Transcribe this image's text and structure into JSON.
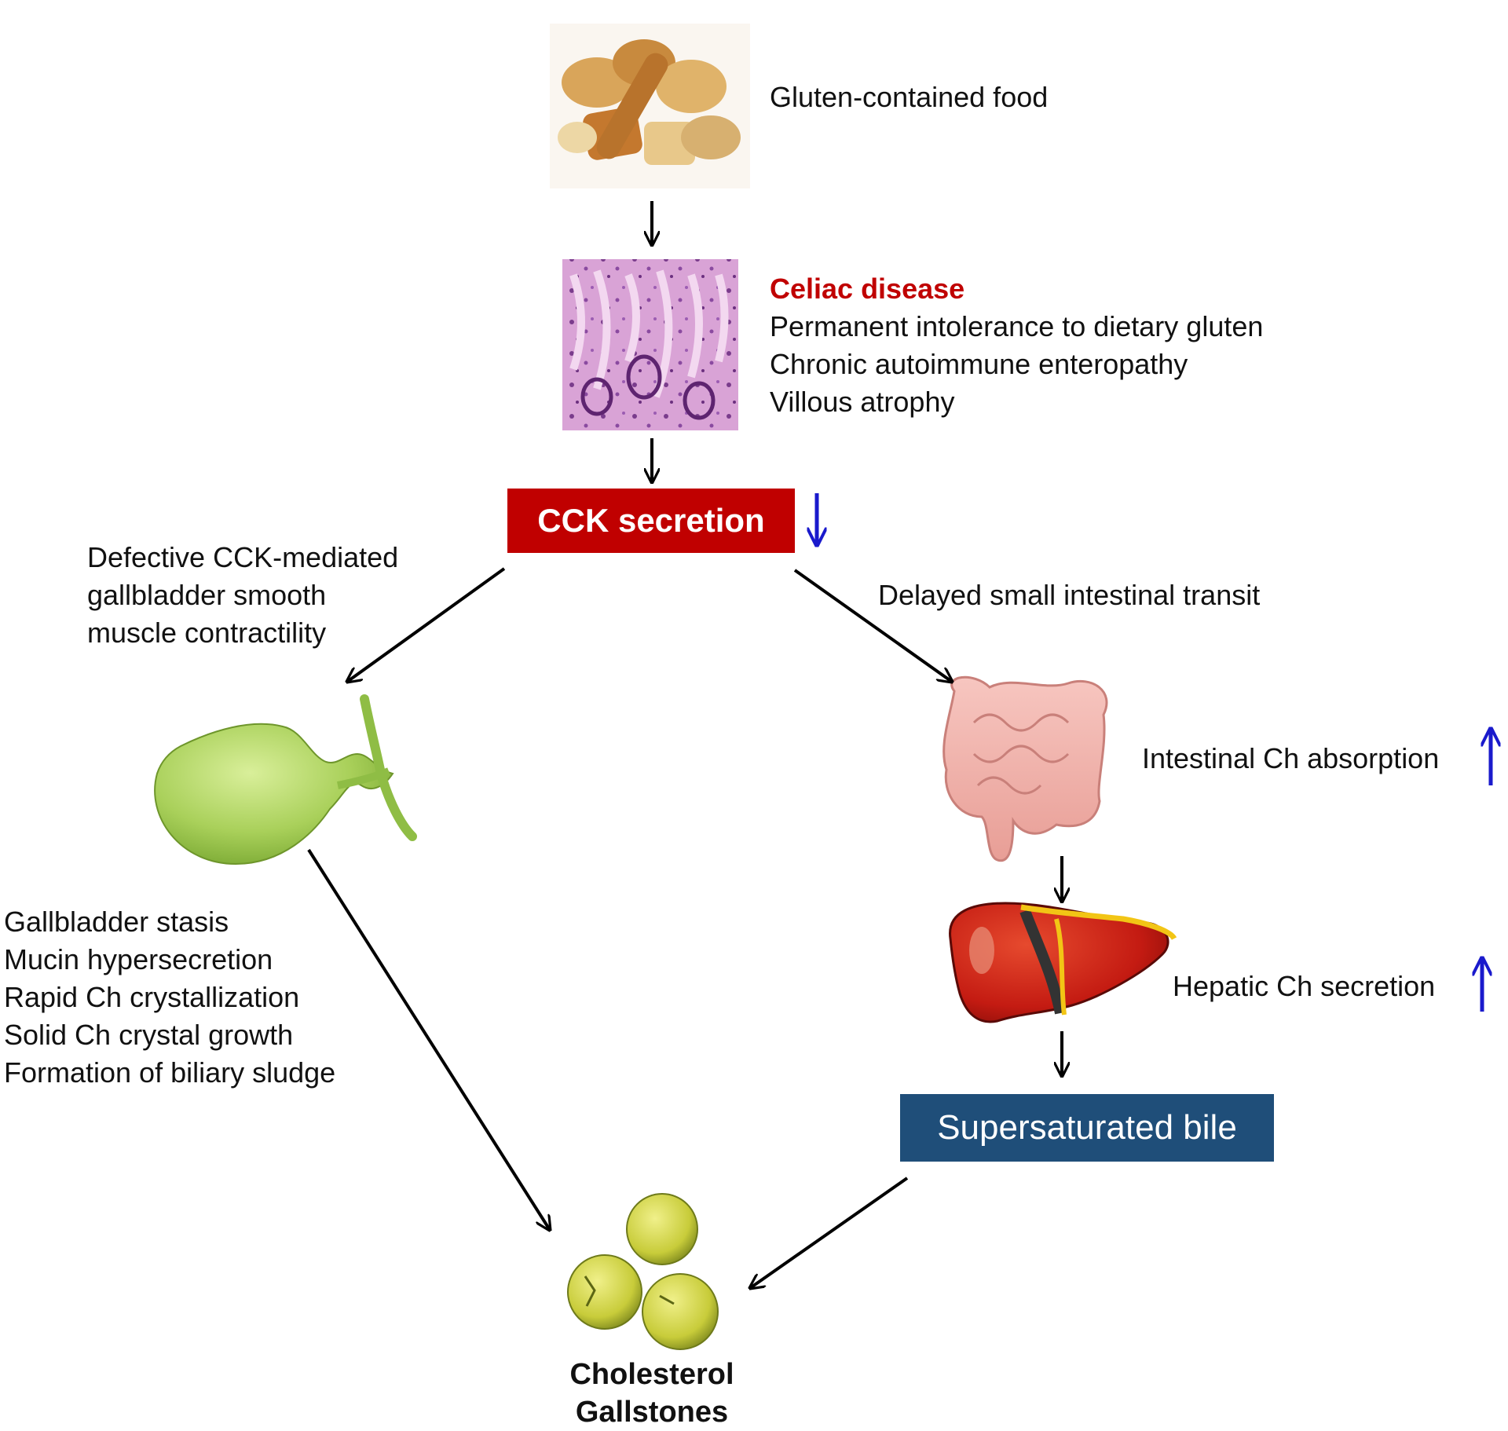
{
  "nodes": {
    "food": {
      "label": "Gluten-contained food"
    },
    "celiac": {
      "title": "Celiac disease",
      "lines": [
        "Permanent intolerance to dietary gluten",
        "Chronic autoimmune enteropathy",
        "Villous atrophy"
      ]
    },
    "cck": {
      "label": "CCK secretion",
      "trend": "decrease"
    },
    "left_pathway": {
      "label_lines": [
        "Defective CCK-mediated",
        "gallbladder smooth",
        "muscle contractility"
      ],
      "effects": [
        "Gallbladder stasis",
        "Mucin hypersecretion",
        "Rapid Ch crystallization",
        "Solid Ch crystal growth",
        "Formation of biliary sludge"
      ]
    },
    "right_pathway": {
      "label": "Delayed small intestinal transit",
      "intestine_effect": "Intestinal Ch absorption",
      "liver_effect": "Hepatic Ch secretion",
      "bile": "Supersaturated bile"
    },
    "result": {
      "lines": [
        "Cholesterol",
        "Gallstones"
      ]
    }
  },
  "colors": {
    "cck_box": "#c00000",
    "bile_box": "#1f4e79",
    "celiac_title": "#c00000",
    "trend_arrow": "#1a1acc",
    "flow_arrow": "#000000"
  },
  "icons": {
    "food": "bread-illustration",
    "histology": "intestinal-histology-illustration",
    "gallbladder": "gallbladder-illustration",
    "intestine": "intestine-illustration",
    "liver": "liver-illustration",
    "gallstones": "gallstones-illustration"
  }
}
